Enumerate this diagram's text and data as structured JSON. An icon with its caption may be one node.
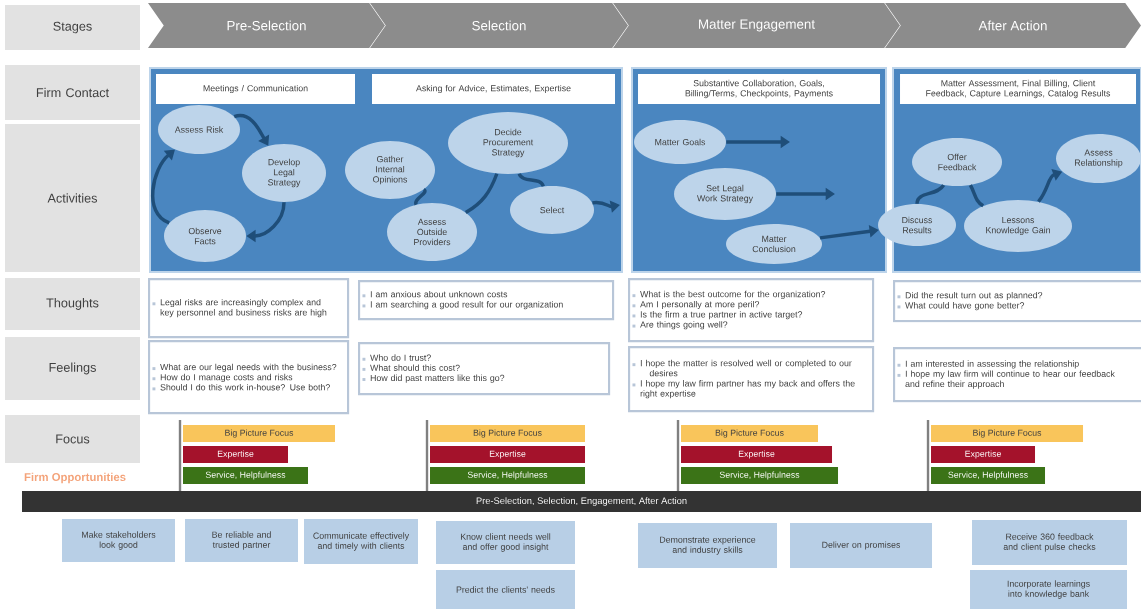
{
  "diagram": {
    "nodes": [
      {
        "text": [
          "Stages"
        ]
      },
      {
        "text": [
          "Pre-Selection"
        ]
      },
      {
        "text": [
          "Selection"
        ]
      },
      {
        "text": [
          "Matter Engagement"
        ]
      },
      {
        "text": [
          "After Action"
        ]
      },
      {
        "text": [
          "Firm Contact"
        ]
      },
      {
        "text": [
          "Activities"
        ]
      },
      {
        "text": [
          "Thoughts"
        ]
      },
      {
        "text": [
          "Feelings"
        ]
      },
      {
        "text": [
          "Focus"
        ]
      },
      {
        "text": [],
        "shape": "box"
      },
      {
        "text": [
          "Meetings / Communication"
        ],
        "in": 10
      },
      {
        "text": [
          "Asking for Advice, Estimates, Expertise"
        ],
        "in": 10
      },
      {
        "text": [
          "Assess Risk"
        ],
        "in": 10
      },
      {
        "text": [
          "Develop Legal Strategy"
        ],
        "in": 10
      },
      {
        "text": [
          "Observe Facts"
        ],
        "in": 10
      },
      {
        "text": [
          "Gather Internal Opinions"
        ],
        "in": 10
      },
      {
        "text": [
          "Assess Outside Providers"
        ],
        "in": 10
      },
      {
        "text": [
          "Decide Procurement Strategy"
        ],
        "in": 10
      },
      {
        "text": [
          "Select"
        ],
        "in": 10
      },
      {
        "text": [],
        "shape": "box"
      },
      {
        "text": [
          "Substantive Collaboration, Goals, Billing/Terms, Checkpoints, Payments"
        ],
        "in": 20
      },
      {
        "text": [
          "Matter Goals"
        ],
        "in": 20
      },
      {
        "text": [
          "Set Legal Work Strategy"
        ],
        "in": 20
      },
      {
        "text": [
          "Matter Conclusion"
        ],
        "in": 20
      },
      {
        "text": [],
        "shape": "box"
      },
      {
        "text": [
          "Matter Assessment, Final Billing, Client Feedback, Capture Learnings, Catalog Results"
        ],
        "in": 25
      },
      {
        "text": [
          "Discuss Results"
        ]
      },
      {
        "text": [
          "Offer Feedback"
        ],
        "in": 25
      },
      {
        "text": [
          "Lessons Knowledge Gain"
        ],
        "in": 25
      },
      {
        "text": [
          "Assess Relationship"
        ],
        "in": 25
      },
      {
        "text": [
          "Legal risks are increasingly complex and key personnel and business risks are high"
        ]
      },
      {
        "text": [
          "What are our legal needs with the business?",
          "How do I manage costs and risks",
          "Should I do this work in-house? Use both?"
        ]
      },
      {
        "text": [
          "I am anxious about unknown costs",
          "I am searching a good result for our organization"
        ]
      },
      {
        "text": [
          "Who do I trust?",
          "What should this cost?",
          "How did past matters like this go?"
        ]
      },
      {
        "text": [
          "What is the best outcome for the organization?",
          "Am I personally at more peril?",
          "Is the firm a true partner in active target?",
          "Are things going well?"
        ]
      },
      {
        "text": [
          "I hope the matter is resolved well or completed to our desires",
          "I hope my law firm partner has my back and offers the right expertise"
        ]
      },
      {
        "text": [
          "Did the result turn out as planned?",
          "What could have gone better?"
        ]
      },
      {
        "text": [
          "I am interested in assessing the relationship",
          "I hope my law firm will continue to hear our feedback and refine their approach"
        ]
      },
      {
        "text": [
          "Big Picture Focus"
        ]
      },
      {
        "text": [
          "Expertise"
        ]
      },
      {
        "text": [
          "Service, Helpfulness"
        ]
      },
      {
        "text": [
          "Big Picture Focus"
        ]
      },
      {
        "text": [
          "Expertise"
        ]
      },
      {
        "text": [
          "Service, Helpfulness"
        ]
      },
      {
        "text": [
          "Big Picture Focus"
        ]
      },
      {
        "text": [
          "Expertise"
        ]
      },
      {
        "text": [
          "Service, Helpfulness"
        ]
      },
      {
        "text": [
          "Big Picture Focus"
        ]
      },
      {
        "text": [
          "Expertise"
        ]
      },
      {
        "text": [
          "Service, Helpfulness"
        ]
      },
      {
        "text": [
          "Pre-Selection, Selection, Engagement, After Action"
        ]
      },
      {
        "text": [
          "Make stakeholders look good"
        ]
      },
      {
        "text": [
          "Be reliable and trusted partner"
        ]
      },
      {
        "text": [
          "Communicate effectively and timely with clients"
        ]
      },
      {
        "text": [
          "Know client needs well and offer good insight"
        ]
      },
      {
        "text": [
          "Predict the clients' needs"
        ]
      },
      {
        "text": [
          "Demonstrate experience and industry skills"
        ]
      },
      {
        "text": [
          "Deliver on promises"
        ]
      },
      {
        "text": [
          "Receive 360 feedback and client pulse checks"
        ]
      },
      {
        "text": [
          "Incorporate learnings into knowledge bank"
        ]
      }
    ],
    "edges": [
      {
        "from": 13,
        "to": 14,
        "arrow": "to"
      },
      {
        "from": 14,
        "to": 15,
        "arrow": "to"
      },
      {
        "from": 15,
        "to": 13,
        "arrow": "to"
      },
      {
        "from": 16,
        "to": 17,
        "arrow": "none"
      },
      {
        "from": 17,
        "to": 18,
        "arrow": "none"
      },
      {
        "from": 18,
        "to": 19,
        "arrow": "none"
      },
      {
        "from": 19,
        "to": null,
        "arrow": "to"
      },
      {
        "from": 22,
        "to": null,
        "arrow": "to"
      },
      {
        "from": 23,
        "to": null,
        "arrow": "to"
      },
      {
        "from": 24,
        "to": 27,
        "arrow": "to"
      },
      {
        "from": 27,
        "to": 28,
        "arrow": "none"
      },
      {
        "from": 28,
        "to": 29,
        "arrow": "none"
      },
      {
        "from": 29,
        "to": 30,
        "arrow": "to"
      }
    ],
    "labels": [
      "Firm Opportunities"
    ]
  }
}
